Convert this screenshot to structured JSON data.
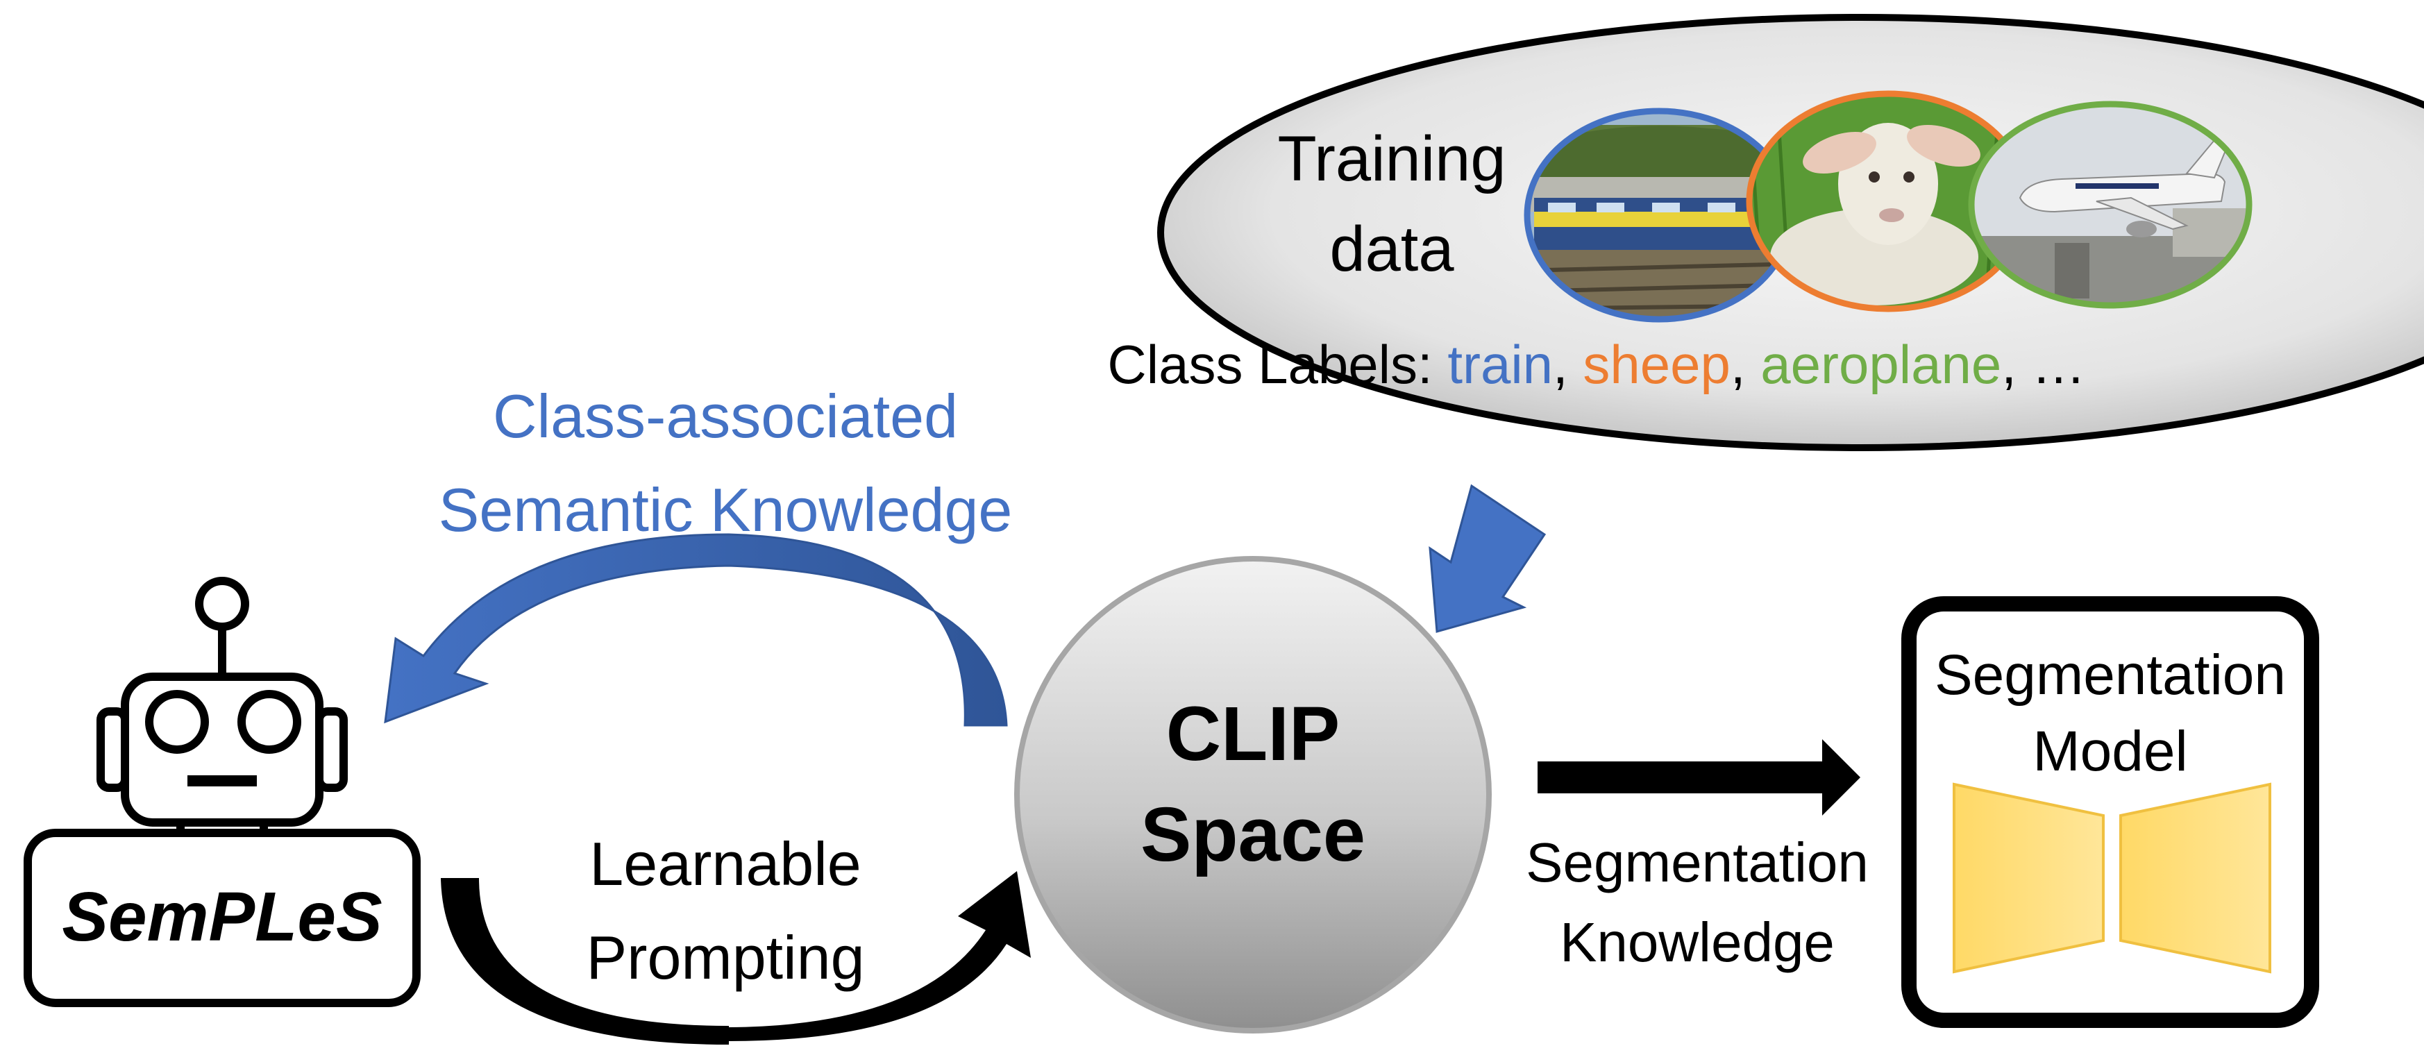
{
  "training": {
    "title_line1": "Training",
    "title_line2": "data",
    "labels_prefix": "Class Labels: ",
    "labels": [
      {
        "text": "train",
        "color": "#4472c4"
      },
      {
        "text": ", ",
        "color": "#000000"
      },
      {
        "text": "sheep",
        "color": "#ed7d31"
      },
      {
        "text": ", ",
        "color": "#000000"
      },
      {
        "text": "aeroplane",
        "color": "#70ad47"
      },
      {
        "text": ", …",
        "color": "#000000"
      }
    ],
    "image_border_colors": {
      "train": "#4472c4",
      "sheep": "#ed7d31",
      "aeroplane": "#70ad47"
    }
  },
  "semantic_knowledge": {
    "line1": "Class-associated",
    "line2": "Semantic Knowledge",
    "color": "#4472c4"
  },
  "robot": {
    "icon": "robot-icon",
    "label": "SemPLeS"
  },
  "prompting": {
    "line1": "Learnable",
    "line2": "Prompting"
  },
  "clip": {
    "line1": "CLIP",
    "line2": "Space"
  },
  "segmentation_knowledge": {
    "line1": "Segmentation",
    "line2": "Knowledge"
  },
  "segmentation_model": {
    "line1": "Segmentation",
    "line2": "Model",
    "trapezoid_color": "#ffd966"
  }
}
